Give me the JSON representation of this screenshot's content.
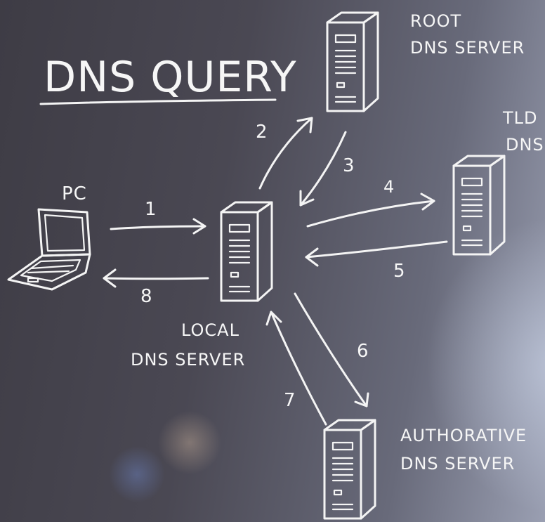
{
  "title": "DNS QUERY",
  "nodes": {
    "pc": "PC",
    "local": [
      "LOCAL",
      "DNS SERVER"
    ],
    "root": [
      "ROOT",
      "DNS SERVER"
    ],
    "tld": [
      "TLD",
      "DNS"
    ],
    "authoritative": [
      "AUTHORATIVE",
      "DNS SERVER"
    ]
  },
  "steps": [
    "1",
    "2",
    "3",
    "4",
    "5",
    "6",
    "7",
    "8"
  ]
}
